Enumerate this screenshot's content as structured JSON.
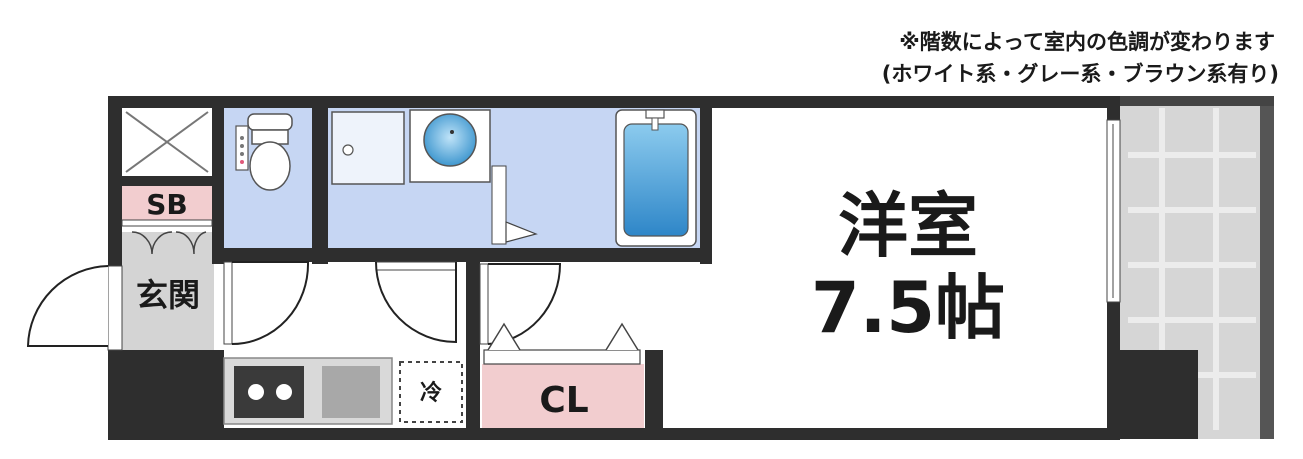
{
  "notes": {
    "line1": "※階数によって室内の色調が変わります",
    "line2": "(ホワイト系・グレー系・ブラウン系有り)"
  },
  "rooms": {
    "main_name": "洋室",
    "main_size": "7.5帖",
    "shoebox": "SB",
    "entrance": "玄関",
    "closet": "CL",
    "fridge": "冷"
  },
  "colors": {
    "wall": "#2e2e2e",
    "wet_area": "#c6d6f3",
    "entrance_floor": "#d4d4d4",
    "balcony": "#d6d6d6",
    "pink_label": "#f2cdcf",
    "bathtub": "#4a9fd8",
    "kitchen_counter": "#d9d9d9"
  }
}
